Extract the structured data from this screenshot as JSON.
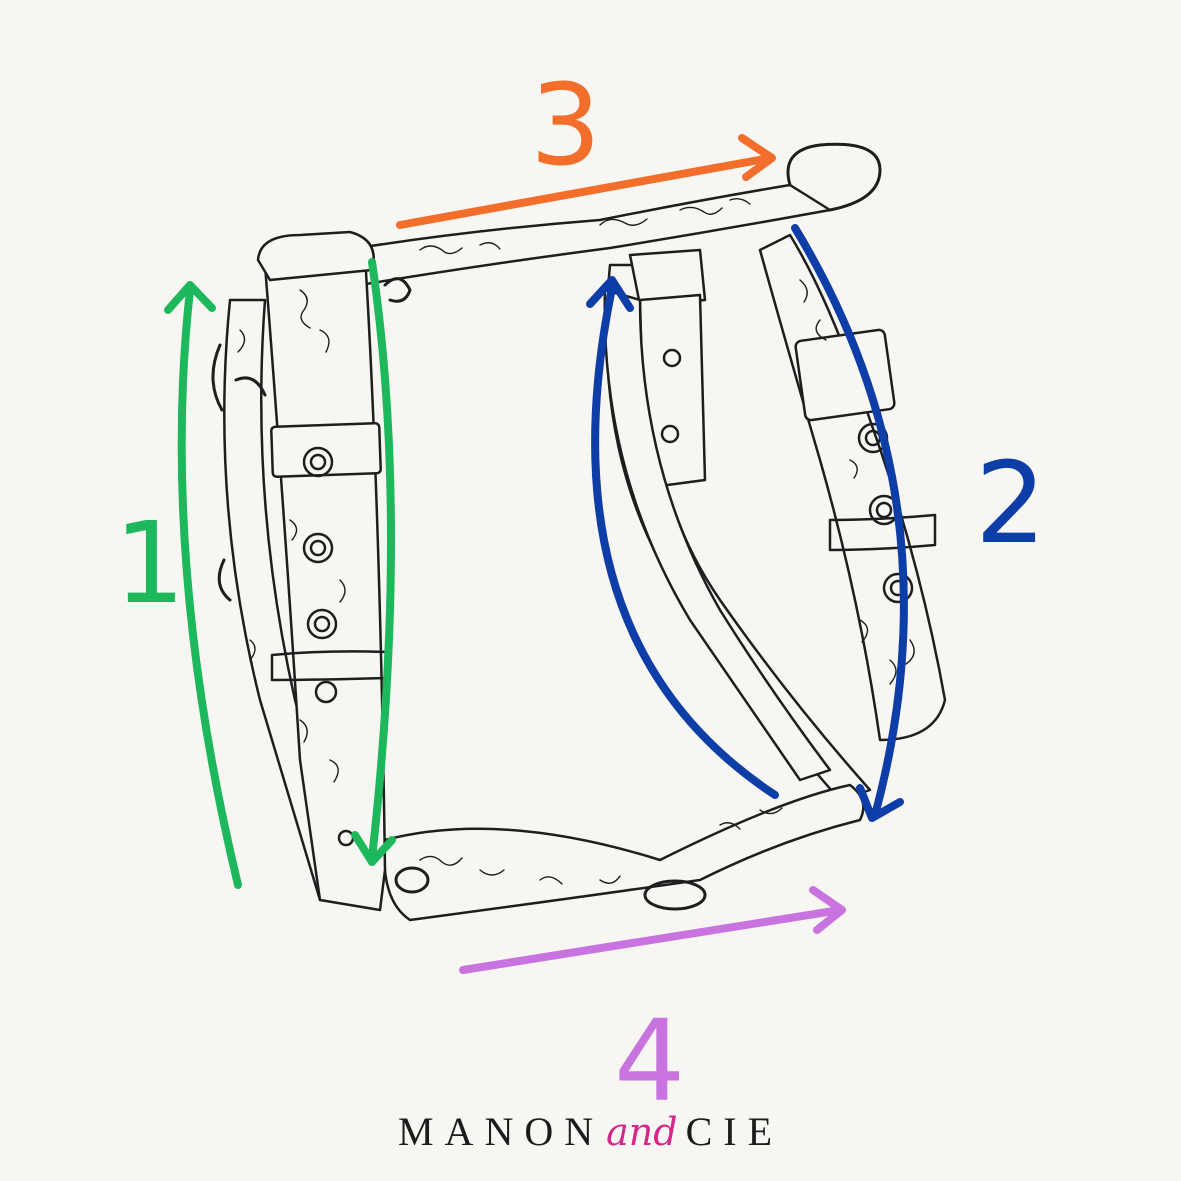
{
  "labels": [
    {
      "id": "1",
      "text": "1",
      "color": "#1db85c"
    },
    {
      "id": "2",
      "text": "2",
      "color": "#0d3ea8"
    },
    {
      "id": "3",
      "text": "3",
      "color": "#f26e2a"
    },
    {
      "id": "4",
      "text": "4",
      "color": "#c873e0"
    }
  ],
  "brand": {
    "left": "MANON",
    "middle": "and",
    "right": "CIE",
    "middle_color": "#d4278a"
  },
  "arrows": {
    "green": "#1db85c",
    "blue": "#0d3ea8",
    "orange": "#f26e2a",
    "purple": "#c873e0"
  },
  "line_color": "#1e1e1e",
  "strap_fill": "#f8f6f2",
  "illustration": "harness-line-drawing"
}
